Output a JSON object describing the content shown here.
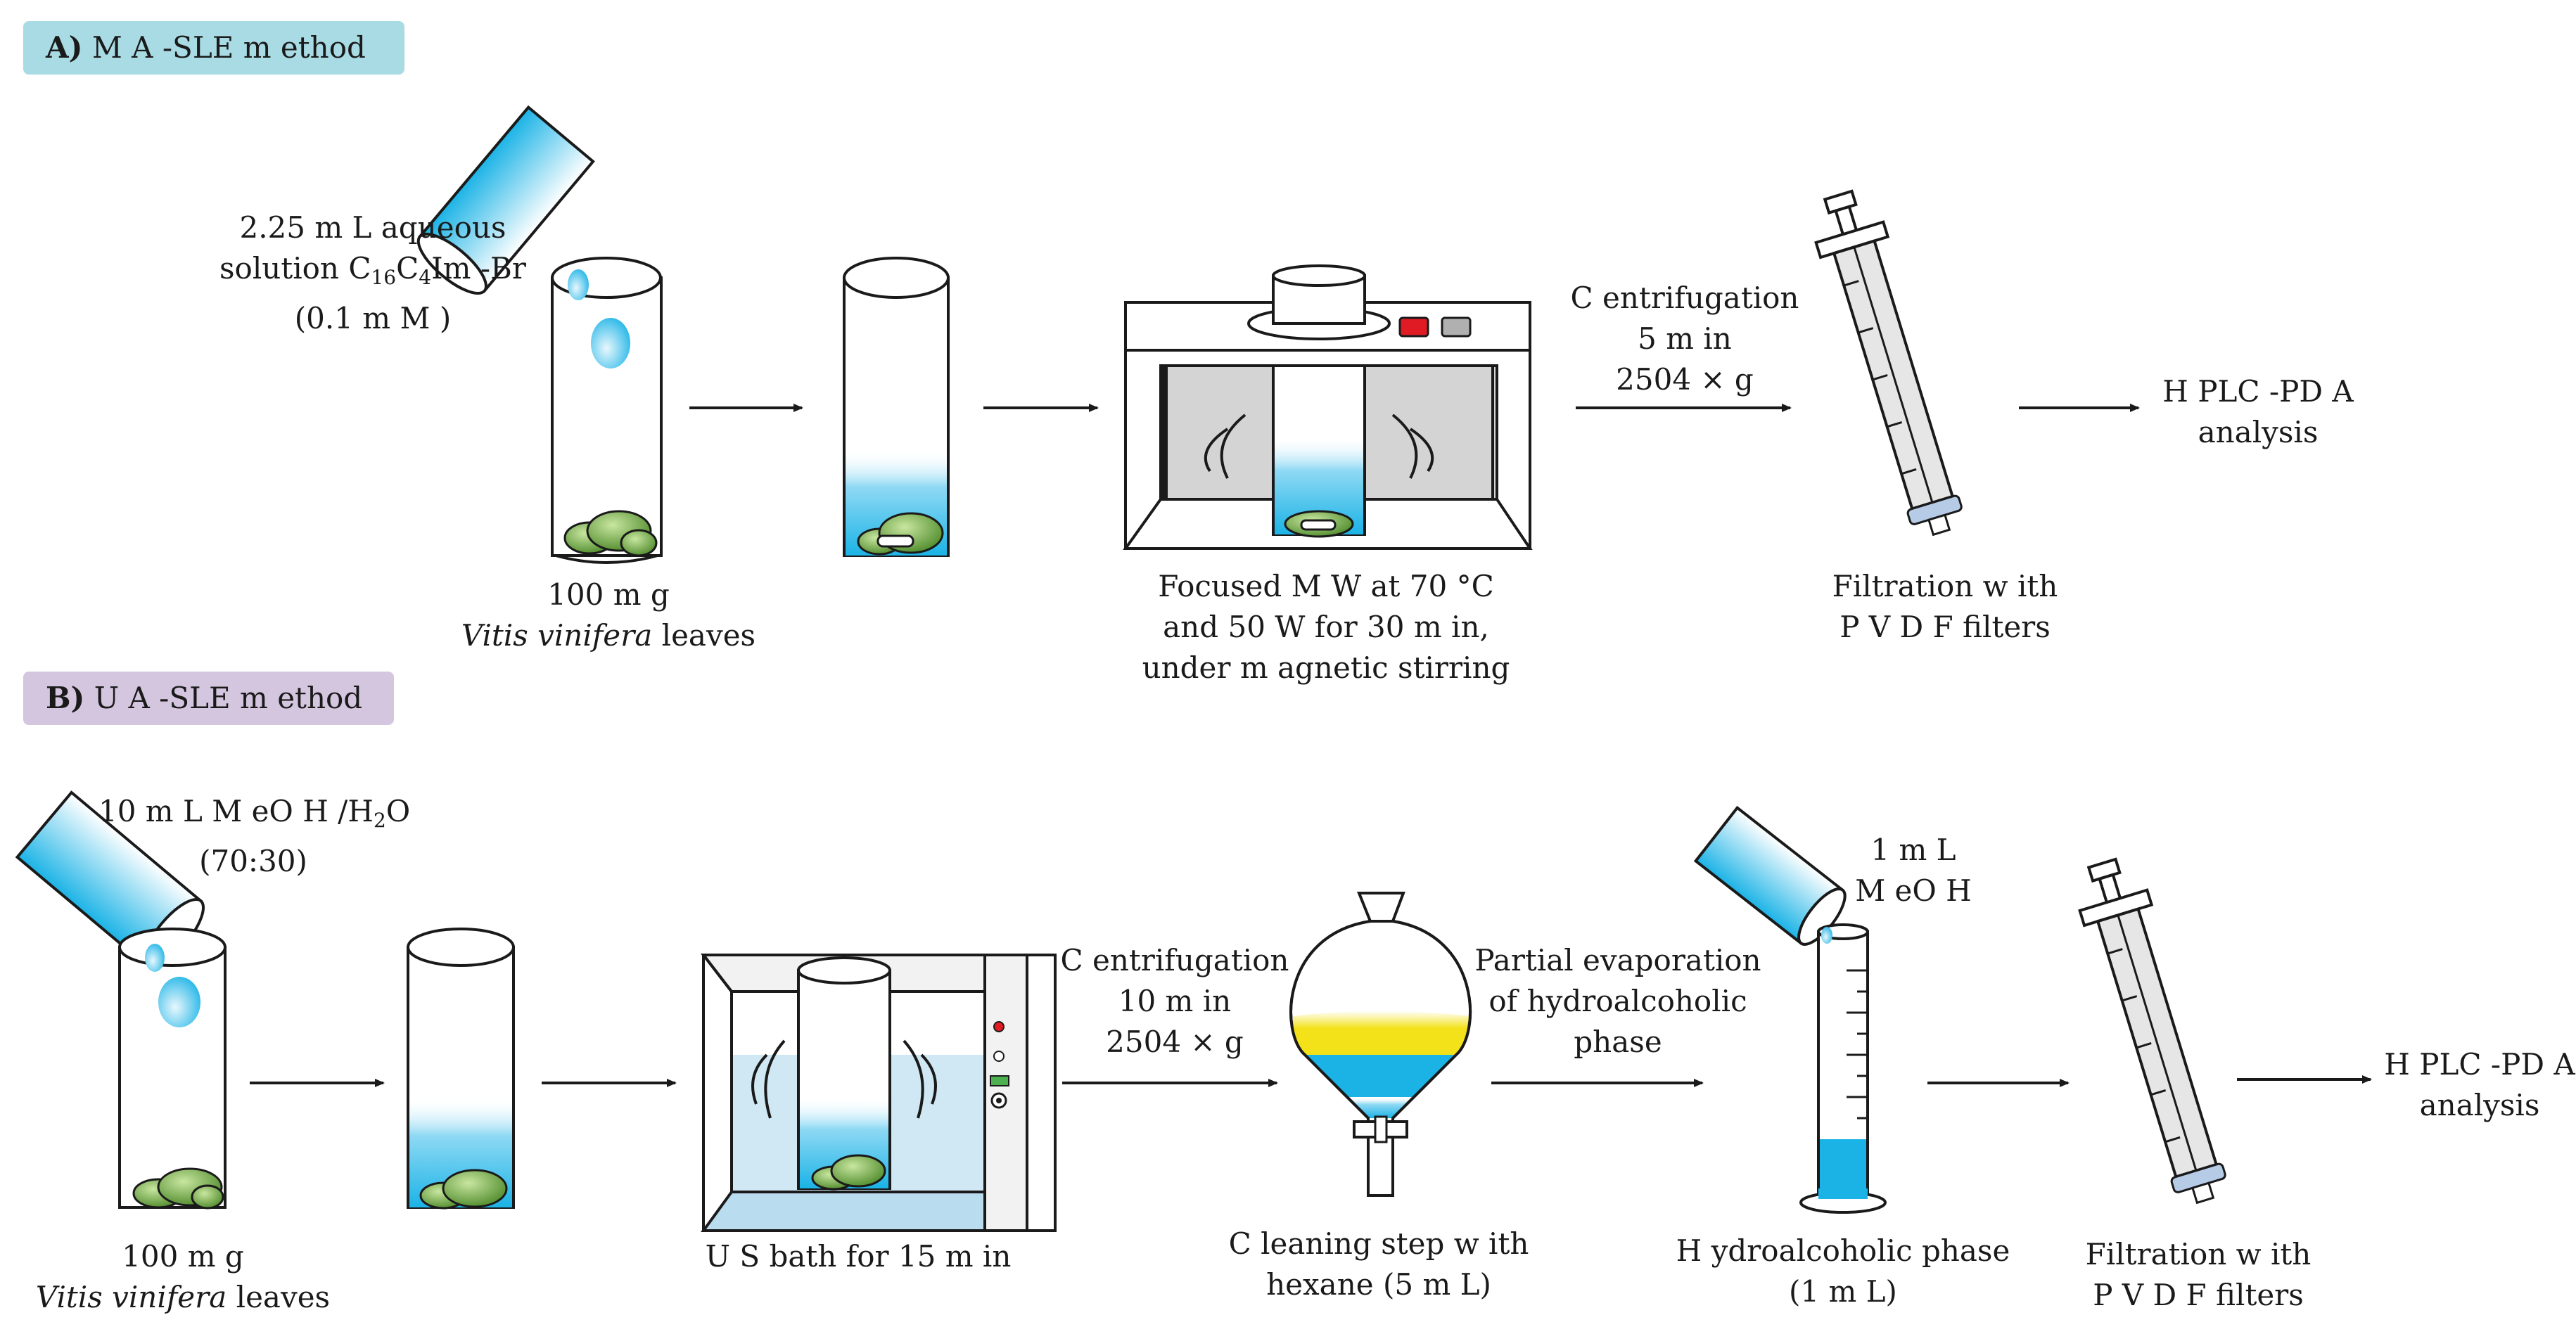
{
  "section_a": {
    "title_letter": "A)",
    "title_text": "M A -SLE m ethod",
    "title_color": "#a9dbe4",
    "reagent_line1": "2.25 m L aqueous",
    "reagent_line2_pre": "solution C",
    "reagent_sub1": "16",
    "reagent_mid": "C",
    "reagent_sub2": "4",
    "reagent_post": "Im -Br",
    "reagent_line3": "(0.1 m M )",
    "sample_mass": "100 m g",
    "sample_species": "Vitis vinifera",
    "sample_word": "leaves",
    "mw_line1": "Focused M W  at 70 °C",
    "mw_line2": "and 50 W  for 30 m in,",
    "mw_line3": "under m agnetic stirring",
    "centri_line1": "C entrifugation",
    "centri_line2": "5 m in",
    "centri_line3": "2504 × g",
    "filter_line1": "Filtration w ith",
    "filter_line2": "P V D F filters",
    "hplc_line1": "H PLC -PD A",
    "hplc_line2": "analysis"
  },
  "section_b": {
    "title_letter": "B)",
    "title_text": "U A -SLE m ethod",
    "title_color": "#d5c6df",
    "reagent_line1_pre": "10 m L M eO H /H",
    "reagent_sub": "2",
    "reagent_line1_post": "O",
    "reagent_line2": "(70:30)",
    "sample_mass": "100 m g",
    "sample_species": "Vitis vinifera",
    "sample_word": "leaves",
    "us_label": "U S bath for 15 m in",
    "centri_line1": "C entrifugation",
    "centri_line2": "10 m in",
    "centri_line3": "2504 × g",
    "clean_line1": "C leaning step w ith",
    "clean_line2": "hexane (5 m L)",
    "evap_line1": "Partial evaporation",
    "evap_line2": "of hydroalcoholic",
    "evap_line3": "phase",
    "meoh_line1": "1 m L",
    "meoh_line2": "M eO H",
    "phase_line1": "H ydroalcoholic phase",
    "phase_line2": "(1 m L)",
    "filter_line1": "Filtration w ith",
    "filter_line2": "P V D F filters",
    "hplc_line1": "H PLC -PD A",
    "hplc_line2": "analysis"
  },
  "colors": {
    "liquid_blue": "#1bb3e6",
    "hexane_yellow": "#f3e21a",
    "leaf_green": "#7ab648",
    "microwave_grey": "#d4d4d4",
    "bath_blue": "#cfe8f4",
    "knob_red": "#e01b24",
    "led_green": "#4caf50"
  }
}
